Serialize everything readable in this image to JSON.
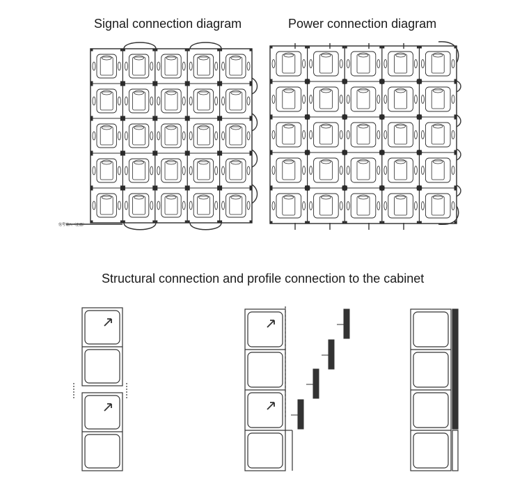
{
  "titles": {
    "signal": "Signal connection diagram",
    "power": "Power connection diagram",
    "structural": "Structural connection and profile connection to the cabinet"
  },
  "signal_diagram": {
    "rows": 5,
    "cols": 5,
    "input_label": "信号输入（正面）"
  },
  "power_diagram": {
    "rows": 5,
    "cols": 5
  },
  "colors": {
    "line": "#2b2b2b",
    "cable": "#333333",
    "watermark": "#eeeeee"
  }
}
